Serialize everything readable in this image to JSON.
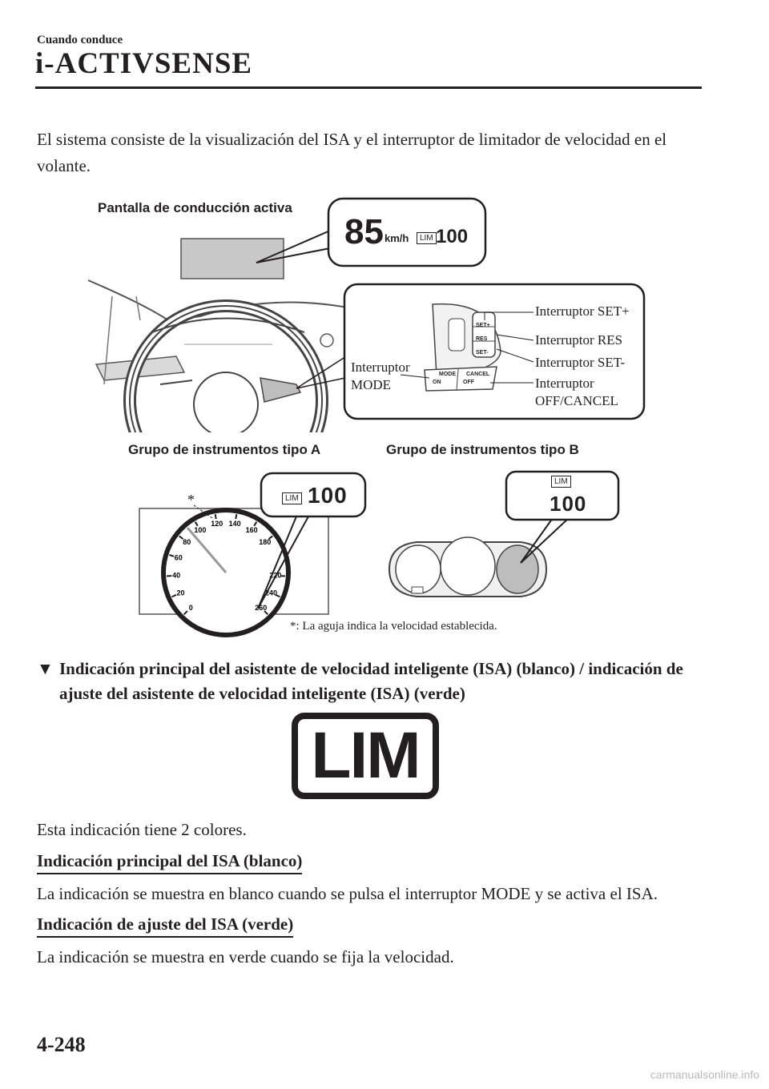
{
  "header": {
    "section": "Cuando conduce",
    "title": "i-ACTIVSENSE"
  },
  "intro": "El sistema consiste de la visualización del ISA y el interruptor de limitador de velocidad en el volante.",
  "figure1": {
    "display_label": "Pantalla de conducción activa",
    "speed": "85",
    "unit": "km/h",
    "lim_badge": "LIM",
    "limit": "100",
    "switch_labels": {
      "set_plus": "Interruptor SET+",
      "res": "Interruptor RES",
      "set_minus": "Interruptor SET-",
      "mode": [
        "Interruptor",
        "MODE"
      ],
      "off_cancel": [
        "Interruptor",
        "OFF/CANCEL"
      ]
    },
    "switch_buttons": {
      "set_plus": "SET+",
      "res": "RES",
      "set_minus": "SET-",
      "mode": "MODE",
      "on": "ON",
      "cancel": "CANCEL",
      "off": "OFF"
    }
  },
  "figure2": {
    "cluster_a_label": "Grupo de instrumentos tipo A",
    "cluster_b_label": "Grupo de instrumentos tipo B",
    "lim_badge": "LIM",
    "limit": "100",
    "gauge_ticks": [
      "0",
      "20",
      "40",
      "60",
      "80",
      "100",
      "120",
      "140",
      "160",
      "180",
      "220",
      "240",
      "260"
    ],
    "asterisk": "*",
    "footnote": "*: La aguja indica la velocidad establecida."
  },
  "subheading": {
    "marker": "▼",
    "text": "Indicación principal del asistente de velocidad inteligente (ISA) (blanco) / indicación de ajuste del asistente de velocidad inteligente (ISA) (verde)"
  },
  "lim_icon_text": "LIM",
  "colors_text": "Esta indicación tiene 2 colores.",
  "white_heading": "Indicación principal del ISA (blanco)",
  "white_text": "La indicación se muestra en blanco cuando se pulsa el interruptor MODE y se activa el ISA.",
  "green_heading": "Indicación de ajuste del ISA (verde)",
  "green_text": "La indicación se muestra en verde cuando se fija la velocidad.",
  "page_number": "4-248",
  "watermark": "carmanualsonline.info"
}
